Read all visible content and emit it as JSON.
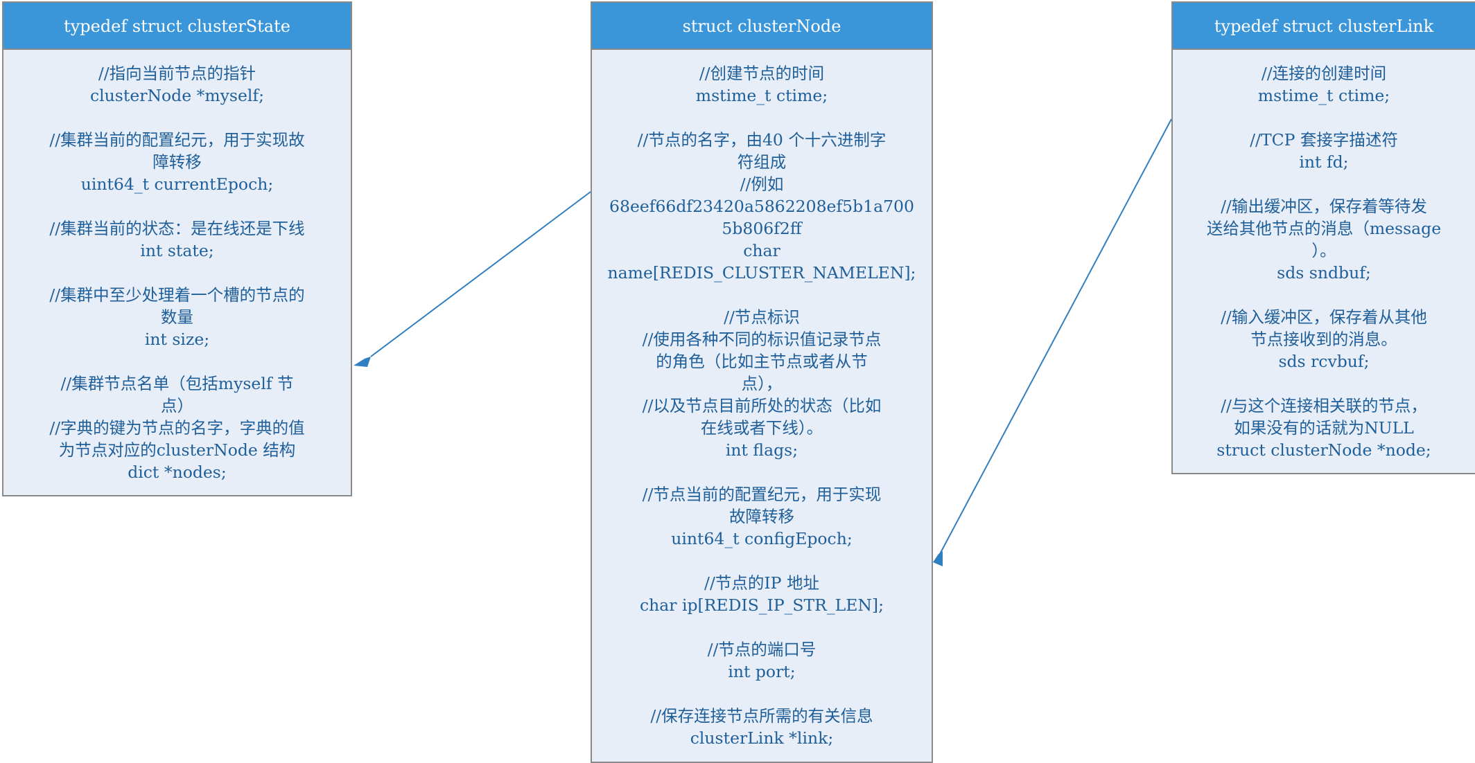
{
  "colors": {
    "header_bg": "#3a96d8",
    "header_text": "#ffffff",
    "body_bg": "#e8eef8",
    "body_text": "#1f5f99",
    "border": "#8a8a8a",
    "connector": "#2f7fc1"
  },
  "structs": [
    {
      "id": "clusterState",
      "title": "typedef struct clusterState",
      "groups": [
        [
          "//指向当前节点的指针",
          "clusterNode *myself;"
        ],
        [
          "//集群当前的配置纪元，用于实现故",
          "障转移",
          "uint64_t currentEpoch;"
        ],
        [
          "//集群当前的状态：是在线还是下线",
          "int state;"
        ],
        [
          "//集群中至少处理着一个槽的节点的",
          "数量",
          "int size;"
        ],
        [
          "//集群节点名单（包括myself 节",
          "点）",
          "//字典的键为节点的名字，字典的值",
          "为节点对应的clusterNode 结构",
          "dict *nodes;"
        ]
      ]
    },
    {
      "id": "clusterNode",
      "title": "struct clusterNode",
      "groups": [
        [
          "//创建节点的时间",
          "mstime_t ctime;"
        ],
        [
          "//节点的名字，由40 个十六进制字",
          "符组成",
          "//例如",
          "68eef66df23420a5862208ef5b1a700",
          "5b806f2ff",
          "char",
          "name[REDIS_CLUSTER_NAMELEN];"
        ],
        [
          "//节点标识",
          "//使用各种不同的标识值记录节点",
          "的角色（比如主节点或者从节",
          "点），",
          "//以及节点目前所处的状态（比如",
          "在线或者下线）。",
          "int flags;"
        ],
        [
          "//节点当前的配置纪元，用于实现",
          "故障转移",
          "uint64_t configEpoch;"
        ],
        [
          "//节点的IP 地址",
          "char ip[REDIS_IP_STR_LEN];"
        ],
        [
          "//节点的端口号",
          "int port;"
        ],
        [
          "//保存连接节点所需的有关信息",
          "clusterLink *link;"
        ]
      ]
    },
    {
      "id": "clusterLink",
      "title": "typedef struct clusterLink",
      "groups": [
        [
          "//连接的创建时间",
          "mstime_t ctime;"
        ],
        [
          "//TCP 套接字描述符",
          "int fd;"
        ],
        [
          "//输出缓冲区，保存着等待发",
          "送给其他节点的消息（message",
          "）。",
          "sds sndbuf;"
        ],
        [
          "//输入缓冲区，保存着从其他",
          "节点接收到的消息。",
          "sds rcvbuf;"
        ],
        [
          "//与这个连接相关联的节点，",
          "如果没有的话就为NULL",
          "struct clusterNode *node;"
        ]
      ]
    }
  ]
}
